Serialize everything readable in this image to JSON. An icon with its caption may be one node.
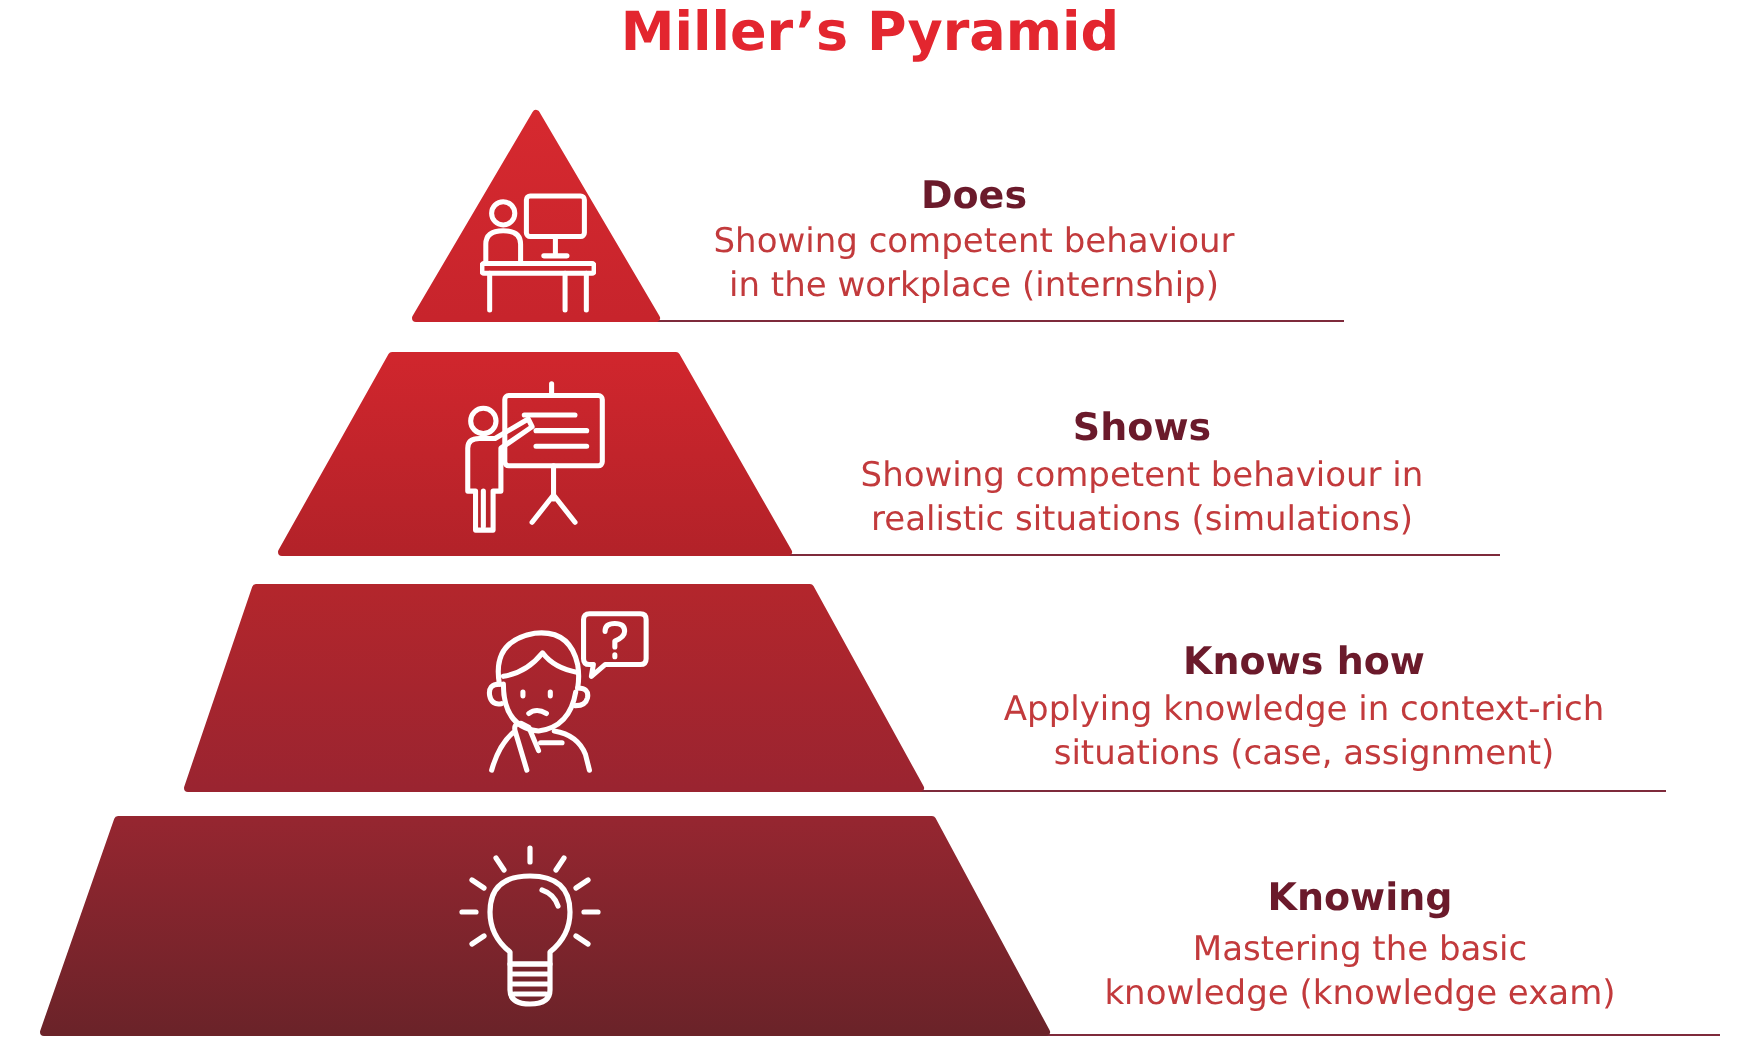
{
  "diagram": {
    "title": "Miller’s Pyramid",
    "nodes": [
      {
        "text": [
          "Does",
          "Showing competent behaviour in the workplace (internship)"
        ]
      },
      {
        "text": [
          "Shows",
          "Showing competent behaviour in realistic situations (simulations)"
        ]
      },
      {
        "text": [
          "Knows how",
          "Applying knowledge in context-rich situations (case, assignment)"
        ]
      },
      {
        "text": [
          "Knowing",
          "Mastering the basic knowledge (knowledge exam)"
        ]
      }
    ]
  }
}
